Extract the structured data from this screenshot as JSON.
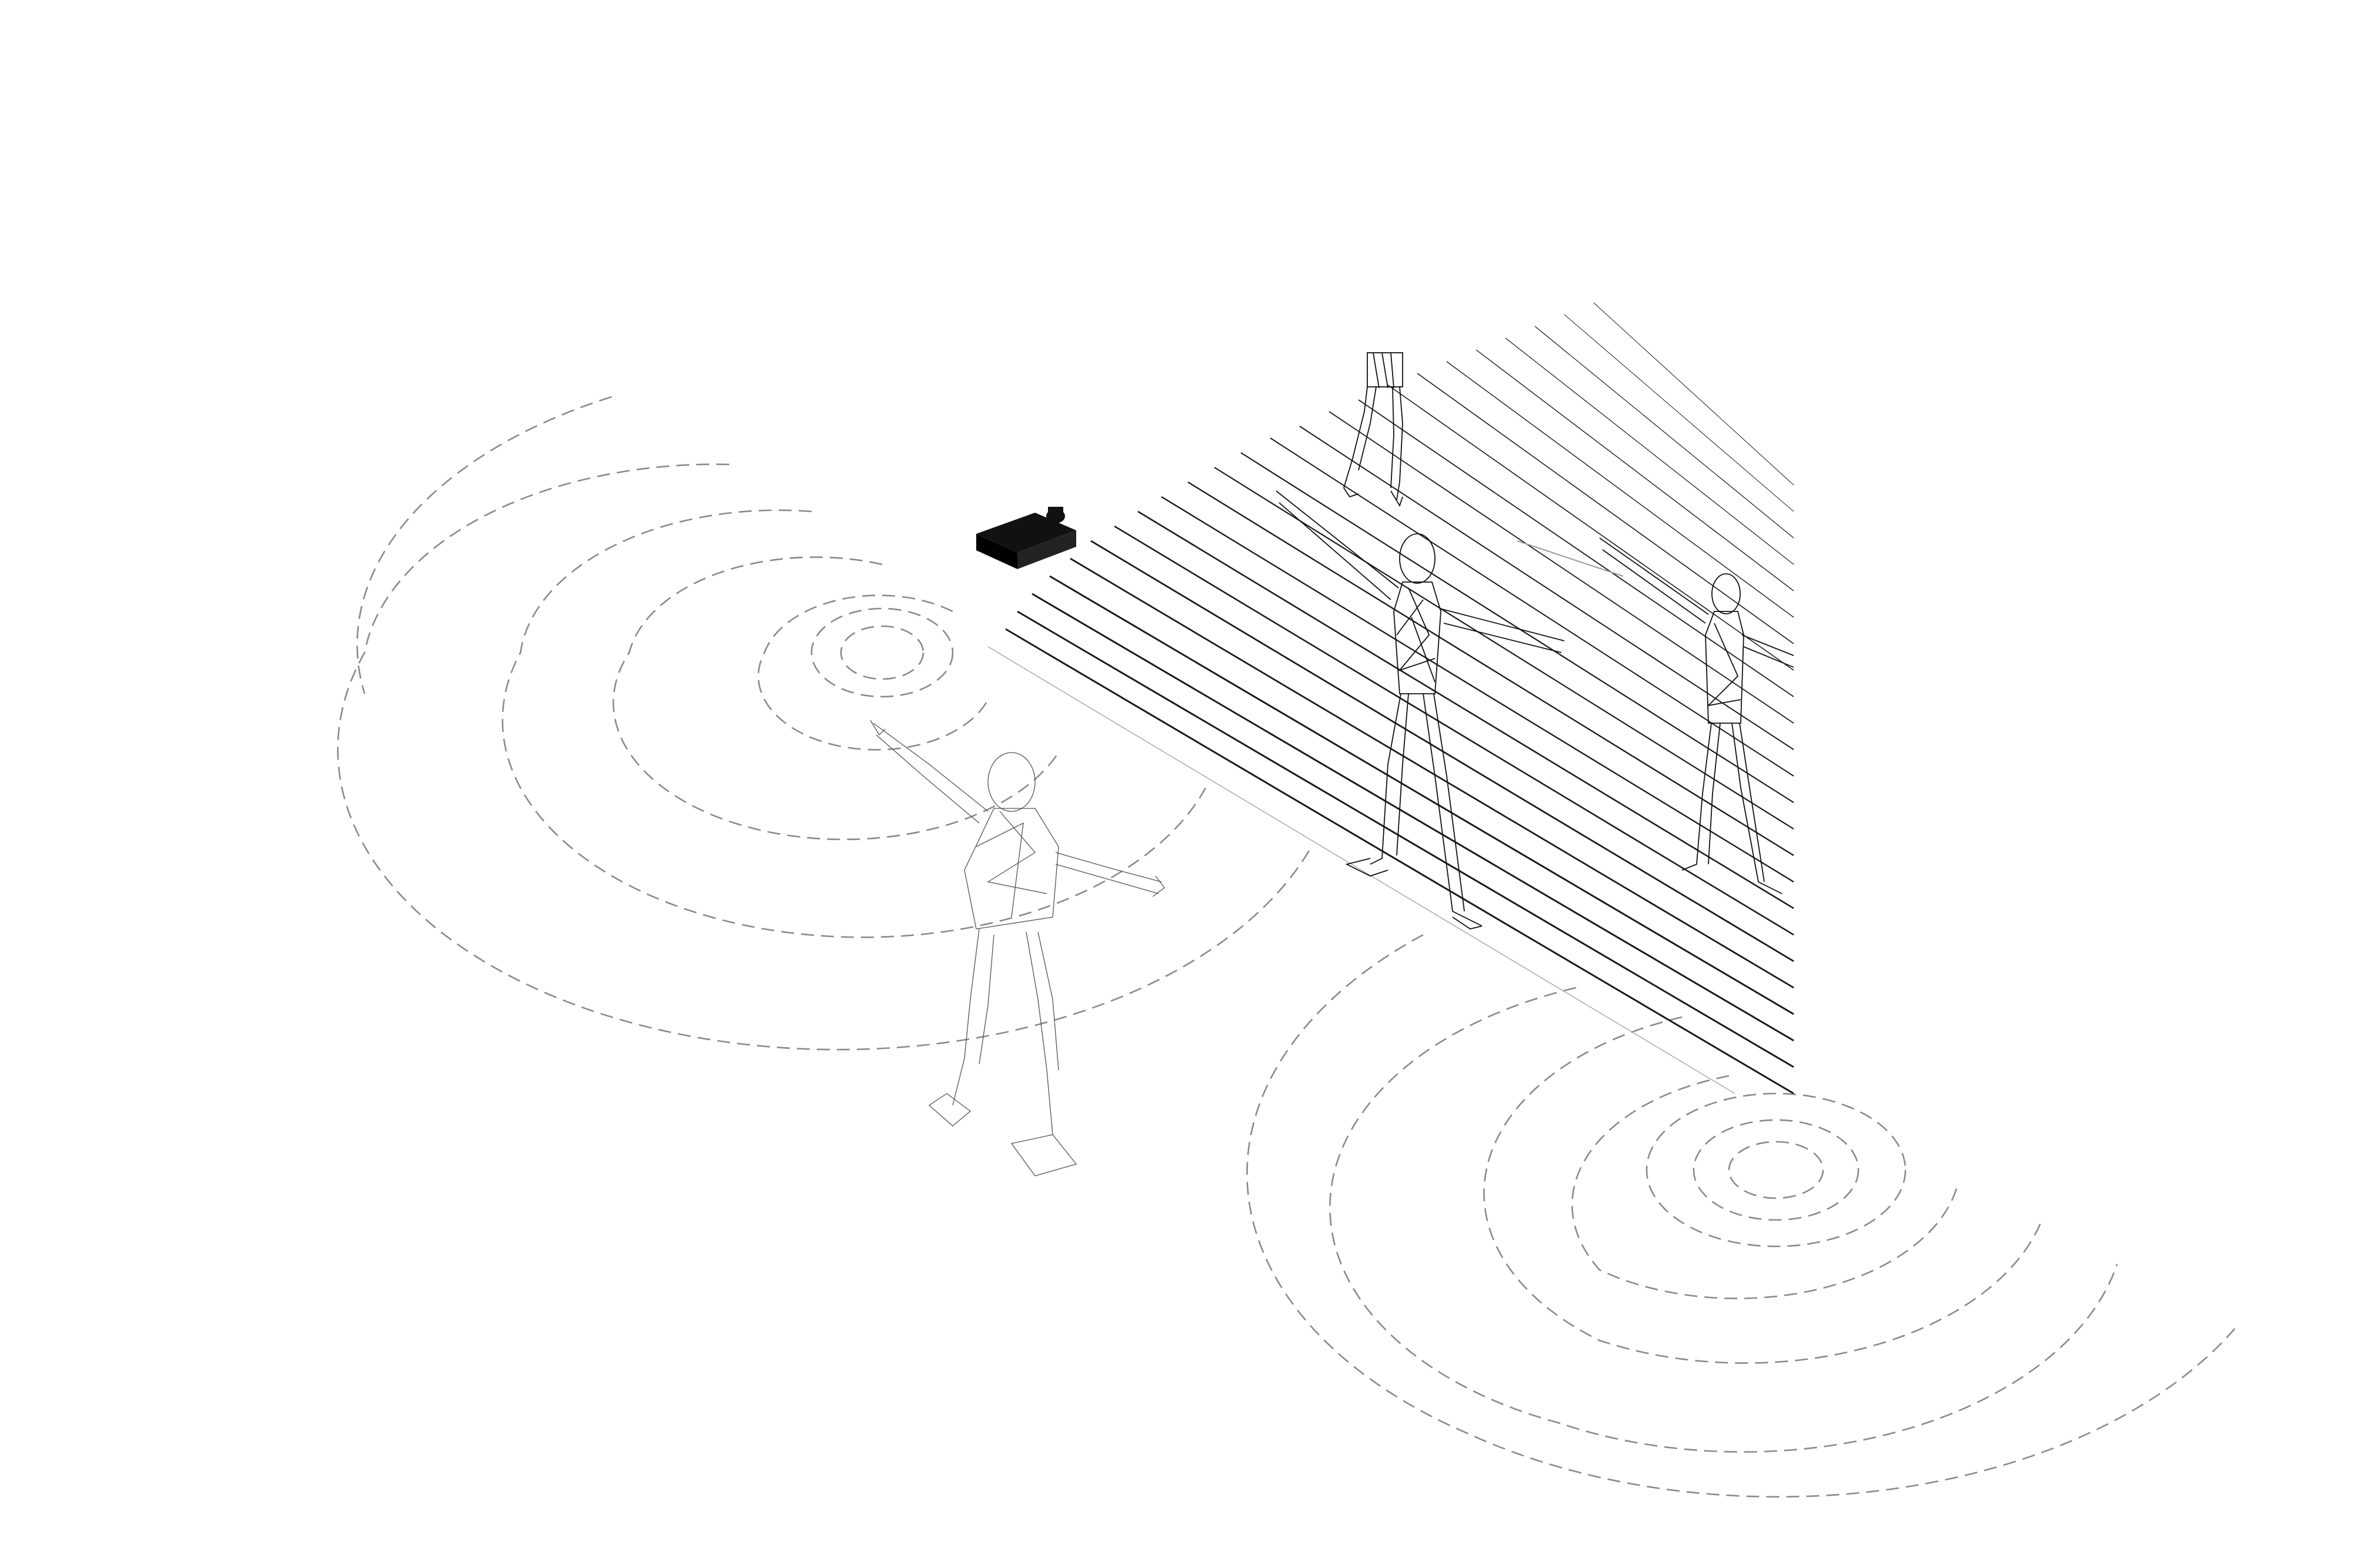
{
  "scene": {
    "background": "#ffffff",
    "ink_color": "#1a1a1a",
    "ring_color": "#8a8a8a",
    "elements": {
      "projector": "projector-icon",
      "person_live": "wireframe-person-dancing",
      "projections": [
        "wireframe-person-t-pose",
        "wireframe-person-inverted",
        "wireframe-person-t-pose-small"
      ],
      "ripples": [
        "ripple-group-left",
        "ripple-group-right"
      ],
      "projection_plane": "projection-rays"
    }
  }
}
